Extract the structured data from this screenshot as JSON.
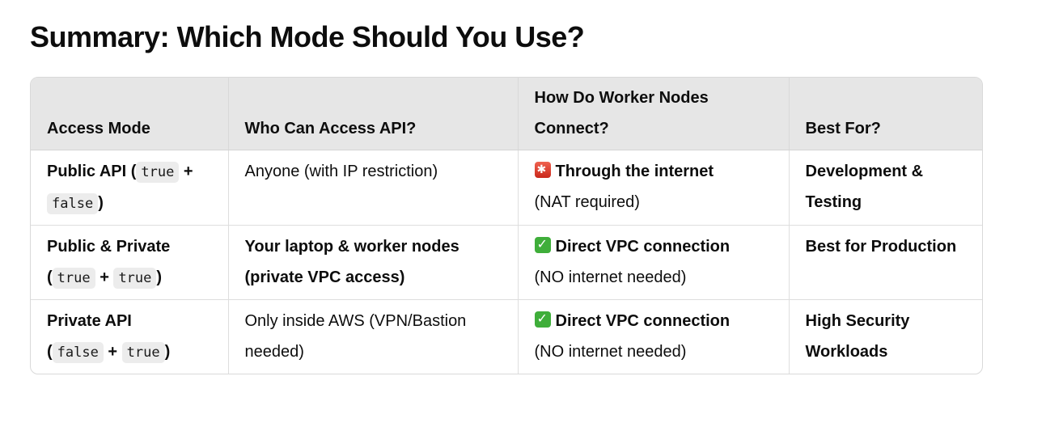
{
  "title": "Summary: Which Mode Should You Use?",
  "table": {
    "headers": [
      "Access Mode",
      "Who Can Access API?",
      "How Do Worker Nodes Connect?",
      "Best For?"
    ],
    "rows": [
      {
        "mode_label": "Public API",
        "mode_flags": [
          "true",
          "false"
        ],
        "who": "Anyone (with IP restriction)",
        "who_bold": false,
        "connect_icon": "police-light-icon",
        "connect_main": "Through the internet",
        "connect_note": "(NAT required)",
        "best_for": "Development & Testing"
      },
      {
        "mode_label": "Public & Private",
        "mode_flags": [
          "true",
          "true"
        ],
        "who": "Your laptop & worker nodes (private VPC access)",
        "who_bold": true,
        "connect_icon": "check-mark-icon",
        "connect_main": "Direct VPC connection",
        "connect_note": "(NO internet needed)",
        "best_for": "Best for Production"
      },
      {
        "mode_label": "Private API",
        "mode_flags": [
          "false",
          "true"
        ],
        "who": "Only inside AWS (VPN/Bastion needed)",
        "who_bold": false,
        "connect_icon": "check-mark-icon",
        "connect_main": "Direct VPC connection",
        "connect_note": "(NO internet needed)",
        "best_for": "High Security Workloads"
      }
    ],
    "symbols": {
      "open": "(",
      "plus": "+",
      "close": ")"
    }
  },
  "colors": {
    "header_bg": "#e6e6e6",
    "border": "#d9d9d9",
    "code_bg": "#ececec",
    "alarm": "#d93a2b",
    "check": "#3fae3a"
  }
}
